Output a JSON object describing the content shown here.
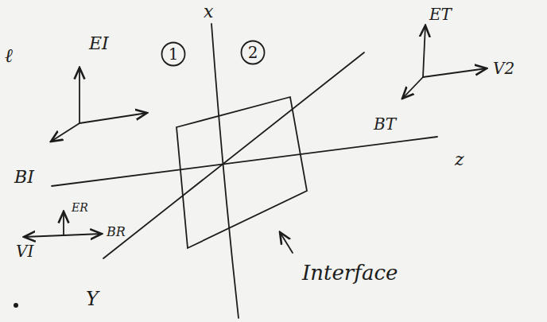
{
  "diagram": {
    "nodes": [
      {
        "text": [
          "1"
        ]
      },
      {
        "text": [
          "2"
        ]
      }
    ],
    "labels": [
      "ℓ",
      "EI",
      "x",
      "ET",
      "V2",
      "BT",
      "z",
      "BI",
      "ER",
      "BR",
      "VI",
      "Y",
      "Interface"
    ]
  }
}
